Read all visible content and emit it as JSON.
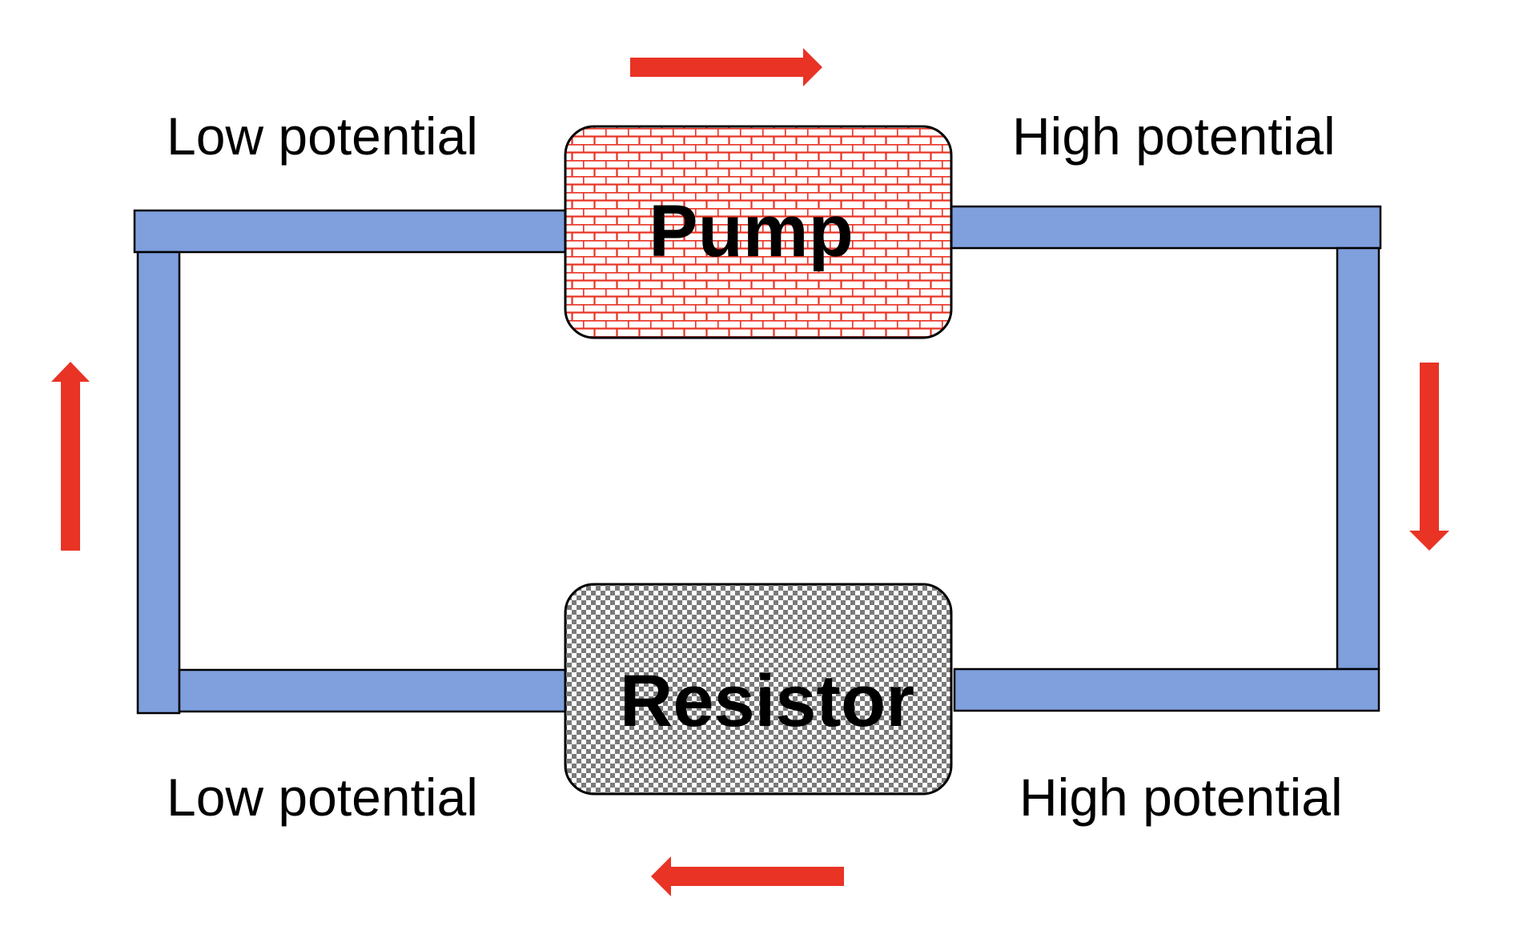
{
  "labels": {
    "top_left": "Low potential",
    "top_right": "High potential",
    "bottom_left": "Low potential",
    "bottom_right": "High potential"
  },
  "components": {
    "pump": "Pump",
    "resistor": "Resistor"
  },
  "colors": {
    "pipe": "#7f9fdd",
    "arrow": "#e83325",
    "brick": "#e83325",
    "checker": "#808080"
  }
}
